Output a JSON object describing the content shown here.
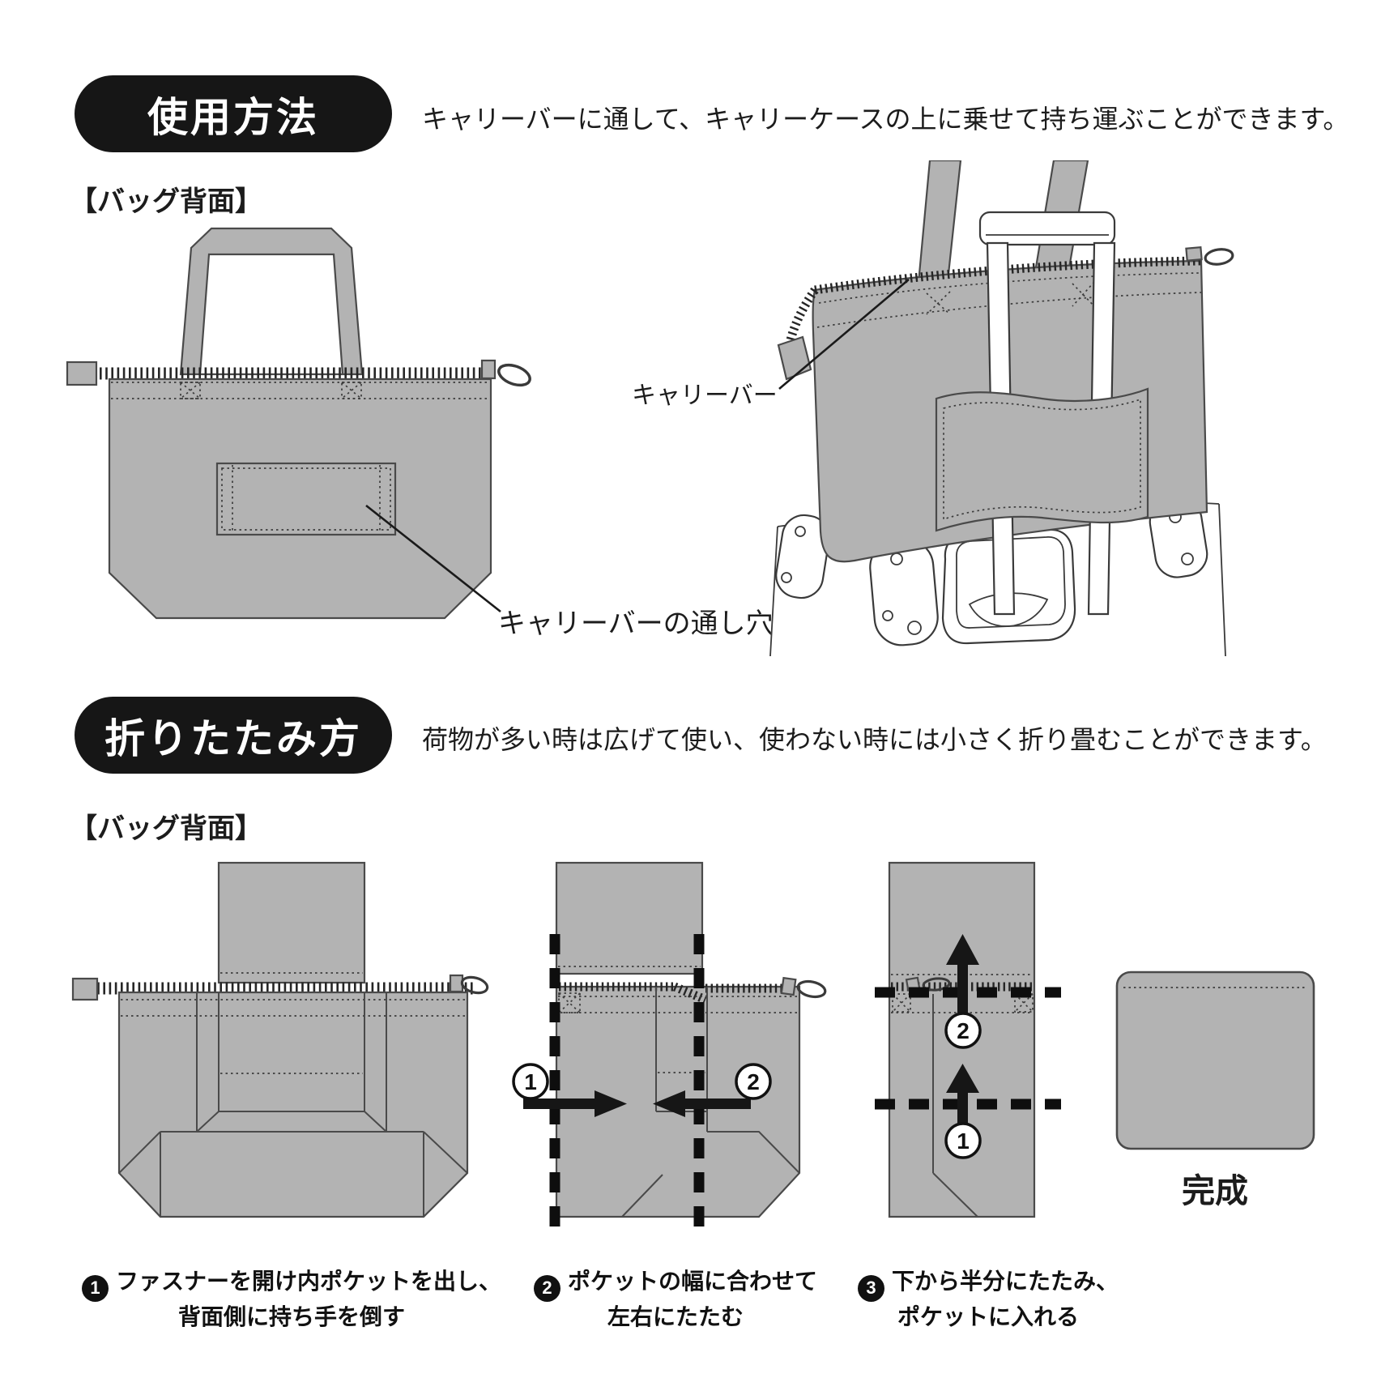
{
  "colors": {
    "bag_gray": "#b3b3b3",
    "outline": "#4a4a4a",
    "header_bg": "#161616",
    "header_text": "#ffffff",
    "fold_line": "#0e0e0e"
  },
  "usage": {
    "header": "使用方法",
    "description": "キャリーバーに通して、キャリーケースの上に乗せて持ち運ぶことができます。",
    "subheading": "【バッグ背面】",
    "carry_bar_hole_label": "キャリーバーの通し穴",
    "carry_bar_label": "キャリーバー"
  },
  "folding": {
    "header": "折りたたみ方",
    "description": "荷物が多い時は広げて使い、使わない時には小さく折り畳むことができます。",
    "subheading": "【バッグ背面】",
    "complete_label": "完成",
    "markers": {
      "step2_left": "1",
      "step2_right": "2",
      "step3_top": "2",
      "step3_bottom": "1"
    },
    "steps": [
      {
        "num": "1",
        "line1": "ファスナーを開け内ポケットを出し、",
        "line2": "背面側に持ち手を倒す"
      },
      {
        "num": "2",
        "line1": "ポケットの幅に合わせて",
        "line2": "左右にたたむ"
      },
      {
        "num": "3",
        "line1": "下から半分にたたみ、",
        "line2": "ポケットに入れる"
      }
    ]
  }
}
